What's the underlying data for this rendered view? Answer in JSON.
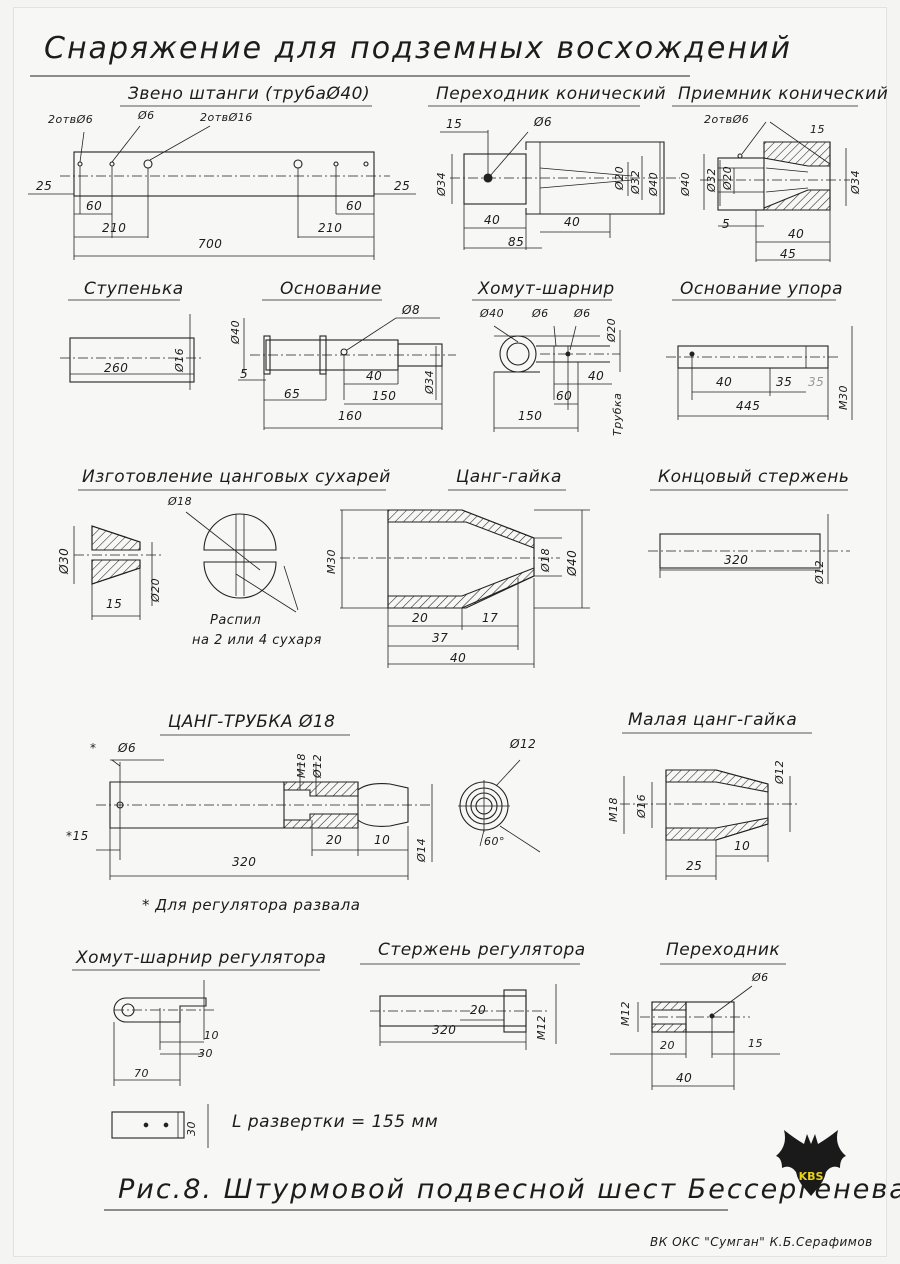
{
  "title": "Снаряжение для подземных восхождений",
  "caption": "Рис.8. Штурмовой подвесной шест Бессергенева",
  "credit": "ВК ОКС \"Сумган\" К.Б.Серафимов",
  "logo_text": "KBS",
  "colors": {
    "ink": "#1c1c1c",
    "paper": "#f4f4f2",
    "logo_yellow": "#e8d21a"
  },
  "parts": {
    "zveno": {
      "title": "Звено штанги (трубаØ40)",
      "dims": [
        "2отвØ6",
        "Ø6",
        "2отвØ16",
        "25",
        "60",
        "210",
        "700",
        "210",
        "60",
        "25"
      ]
    },
    "perekhodnik_kon": {
      "title": "Переходник конический",
      "dims": [
        "15",
        "Ø6",
        "Ø34",
        "40",
        "40",
        "85",
        "Ø32",
        "Ø20",
        "Ø40"
      ]
    },
    "priemnik": {
      "title": "Приемник конический",
      "dims": [
        "2отвØ6",
        "15",
        "Ø40",
        "Ø32",
        "Ø20",
        "Ø34",
        "5",
        "40",
        "45"
      ]
    },
    "stupenka": {
      "title": "Ступенька",
      "dims": [
        "260",
        "Ø16"
      ]
    },
    "osnovanie": {
      "title": "Основание",
      "dims": [
        "Ø8",
        "Ø40",
        "5",
        "65",
        "40",
        "150",
        "160",
        "Ø34"
      ]
    },
    "khomut": {
      "title": "Хомут-шарнир",
      "dims": [
        "Ø40",
        "Ø6",
        "Ø6",
        "Ø20",
        "40",
        "60",
        "150",
        "Трубка"
      ]
    },
    "osnovanie_upora": {
      "title": "Основание упора",
      "dims": [
        "40",
        "35",
        "35",
        "445",
        "M30"
      ]
    },
    "sukhari": {
      "title": "Изготовление цанговых сухарей",
      "dims": [
        "Ø18",
        "Ø30",
        "15",
        "Ø20"
      ],
      "note1": "Распил",
      "note2": "на 2 или 4 сухаря"
    },
    "tsang_gaika": {
      "title": "Цанг-гайка",
      "dims": [
        "M30",
        "Ø18",
        "Ø40",
        "20",
        "17",
        "37",
        "40"
      ]
    },
    "kontsovoy": {
      "title": "Концовый стержень",
      "dims": [
        "320",
        "Ø12"
      ]
    },
    "tsang_trubka": {
      "title": "ЦАНГ-ТРУБКА Ø18",
      "dims": [
        "*",
        "Ø6",
        "M18",
        "Ø12",
        "*15",
        "320",
        "20",
        "10",
        "Ø14",
        "Ø12",
        "60°"
      ],
      "footnote": "* Для регулятора развала"
    },
    "malaya_gaika": {
      "title": "Малая цанг-гайка",
      "dims": [
        "M18",
        "Ø16",
        "Ø12",
        "10",
        "25"
      ]
    },
    "khomut_reg": {
      "title": "Хомут-шарнир регулятора",
      "dims": [
        "10",
        "30",
        "70",
        "30"
      ],
      "sweep": "L развертки = 155 мм"
    },
    "sterzhen_reg": {
      "title": "Стержень регулятора",
      "dims": [
        "20",
        "320",
        "M12"
      ]
    },
    "perekhodnik": {
      "title": "Переходник",
      "dims": [
        "Ø6",
        "M12",
        "20",
        "15",
        "40"
      ]
    }
  }
}
